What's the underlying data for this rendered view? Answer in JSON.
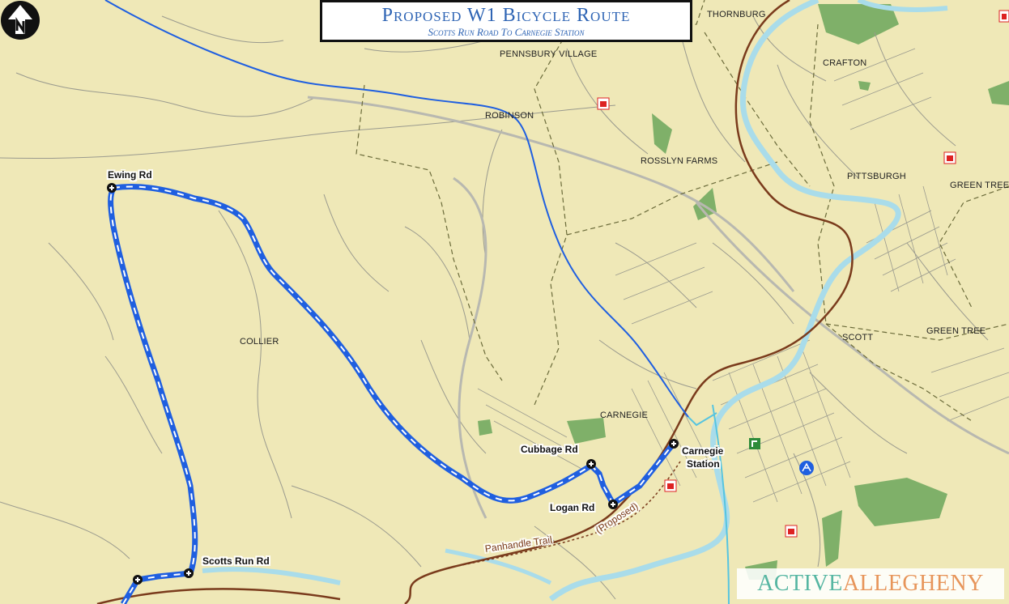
{
  "title": {
    "main": "Proposed W1 Bicycle Route",
    "sub": "Scotts Run Road To Carnegie Station"
  },
  "places": [
    {
      "id": "pennsbury",
      "label": "PENNSBURY VILLAGE"
    },
    {
      "id": "thornburg",
      "label": "THORNBURG"
    },
    {
      "id": "crafton",
      "label": "CRAFTON"
    },
    {
      "id": "robinson",
      "label": "ROBINSON"
    },
    {
      "id": "rosslyn",
      "label": "ROSSLYN FARMS"
    },
    {
      "id": "pittsburgh",
      "label": "PITTSBURGH"
    },
    {
      "id": "greentree1",
      "label": "GREEN TREE"
    },
    {
      "id": "collier",
      "label": "COLLIER"
    },
    {
      "id": "scott",
      "label": "SCOTT"
    },
    {
      "id": "greentree2",
      "label": "GREEN TREE"
    },
    {
      "id": "carnegie",
      "label": "CARNEGIE"
    }
  ],
  "route_points": [
    {
      "id": "ewing",
      "label": "Ewing Rd"
    },
    {
      "id": "cubbage",
      "label": "Cubbage Rd"
    },
    {
      "id": "carnegie_station_1",
      "label": "Carnegie"
    },
    {
      "id": "carnegie_station_2",
      "label": "Station"
    },
    {
      "id": "logan",
      "label": "Logan Rd"
    },
    {
      "id": "scotts_run",
      "label": "Scotts Run Rd"
    }
  ],
  "trail": {
    "name": "Panhandle Trail",
    "status": "(Proposed)"
  },
  "logo": {
    "part1": "ACTIVE",
    "part2": "ALLEGHENY"
  },
  "colors": {
    "land": "#efe8b7",
    "route": "#1f5fe0",
    "river": "#a9dcea",
    "park": "#7fb069",
    "rail": "#7a3b1c",
    "boundary": "#6b6b3a",
    "brand_teal": "#56b6a2",
    "brand_orange": "#e7955a"
  },
  "icons": [
    "north-arrow-icon",
    "route-node-icon",
    "school-icon",
    "hospital-icon",
    "park-icon"
  ]
}
